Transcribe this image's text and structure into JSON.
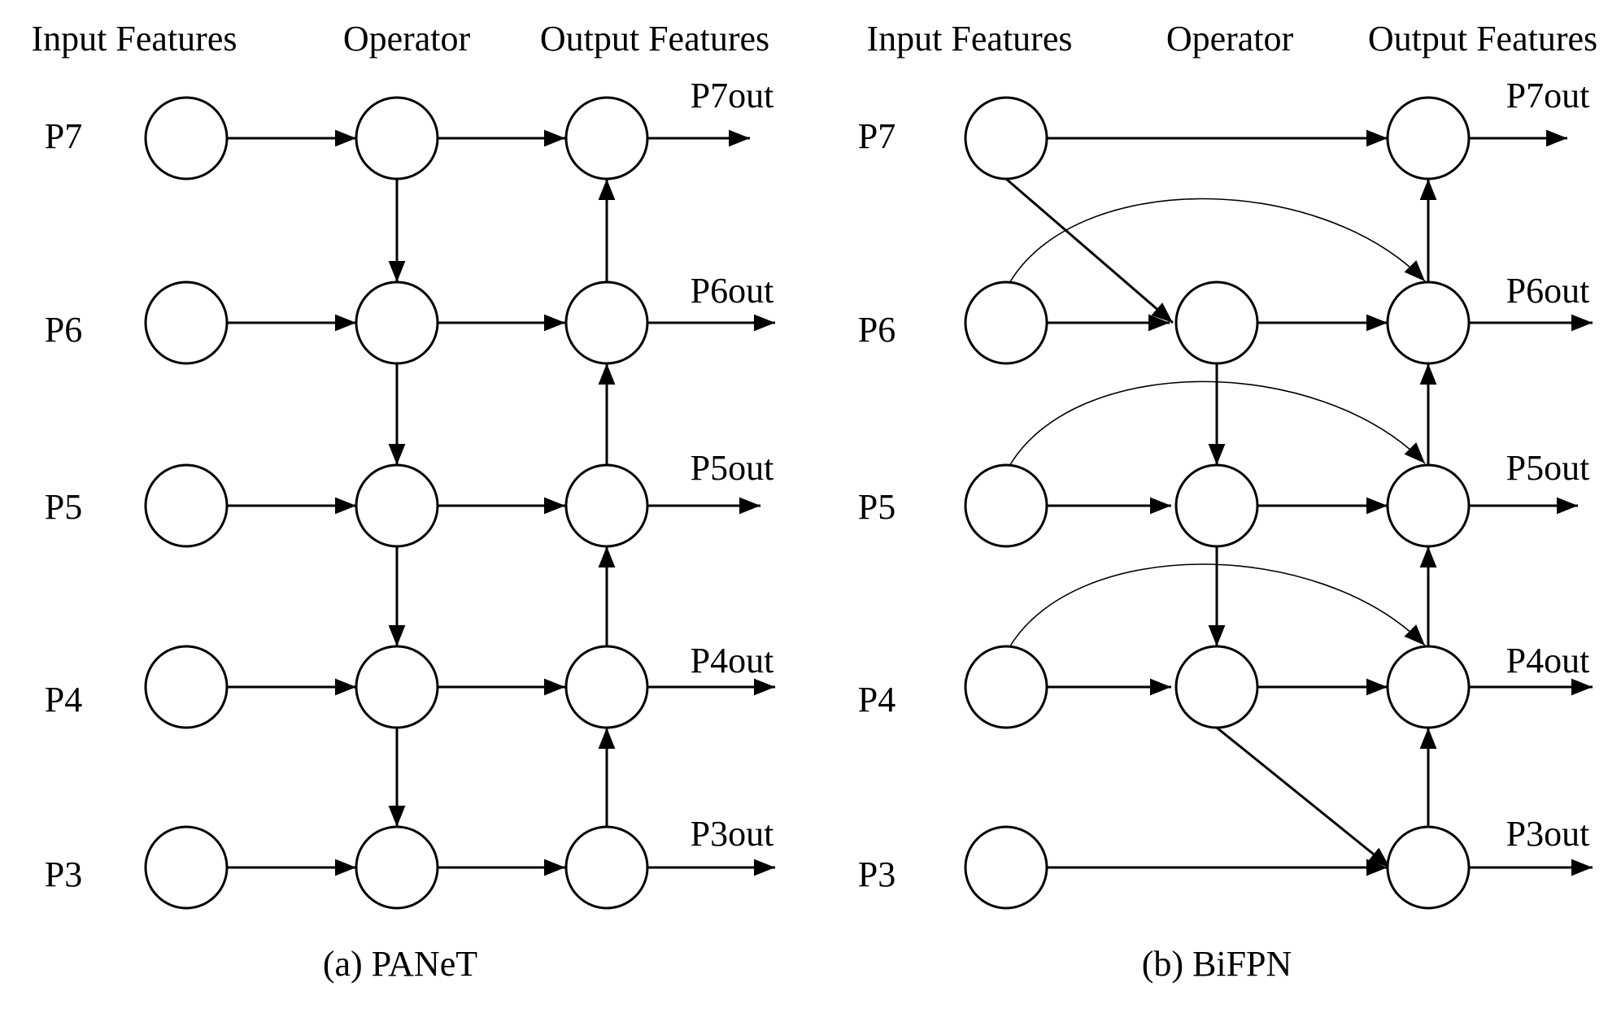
{
  "panels": {
    "panet": {
      "headers": {
        "input": "Input Features",
        "operator": "Operator",
        "output": "Output Features"
      },
      "levels": [
        "P7",
        "P6",
        "P5",
        "P4",
        "P3"
      ],
      "outputs": [
        "P7out",
        "P6out",
        "P5out",
        "P4out",
        "P3out"
      ],
      "caption": "(a) PANeT"
    },
    "bifpn": {
      "headers": {
        "input": "Input Features",
        "operator": "Operator",
        "output": "Output Features"
      },
      "levels": [
        "P7",
        "P6",
        "P5",
        "P4",
        "P3"
      ],
      "outputs": [
        "P7out",
        "P6out",
        "P5out",
        "P4out",
        "P3out"
      ],
      "caption": "(b) BiFPN"
    }
  },
  "colors": {
    "stroke": "#000000",
    "background": "#ffffff"
  }
}
